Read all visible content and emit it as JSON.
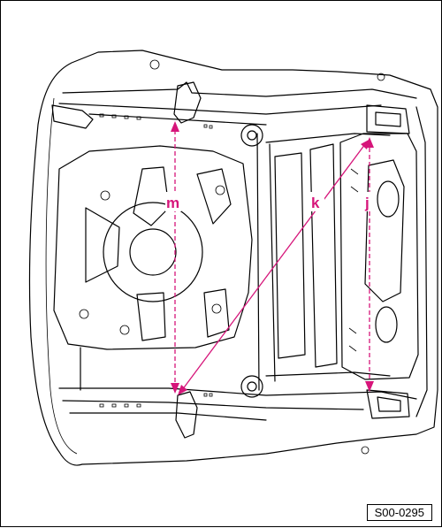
{
  "figure": {
    "code": "S00-0295",
    "labels": {
      "m": "m",
      "k": "k",
      "j": "j"
    }
  },
  "colors": {
    "accent": "#d6157a",
    "line": "#000000",
    "background": "#ffffff"
  }
}
